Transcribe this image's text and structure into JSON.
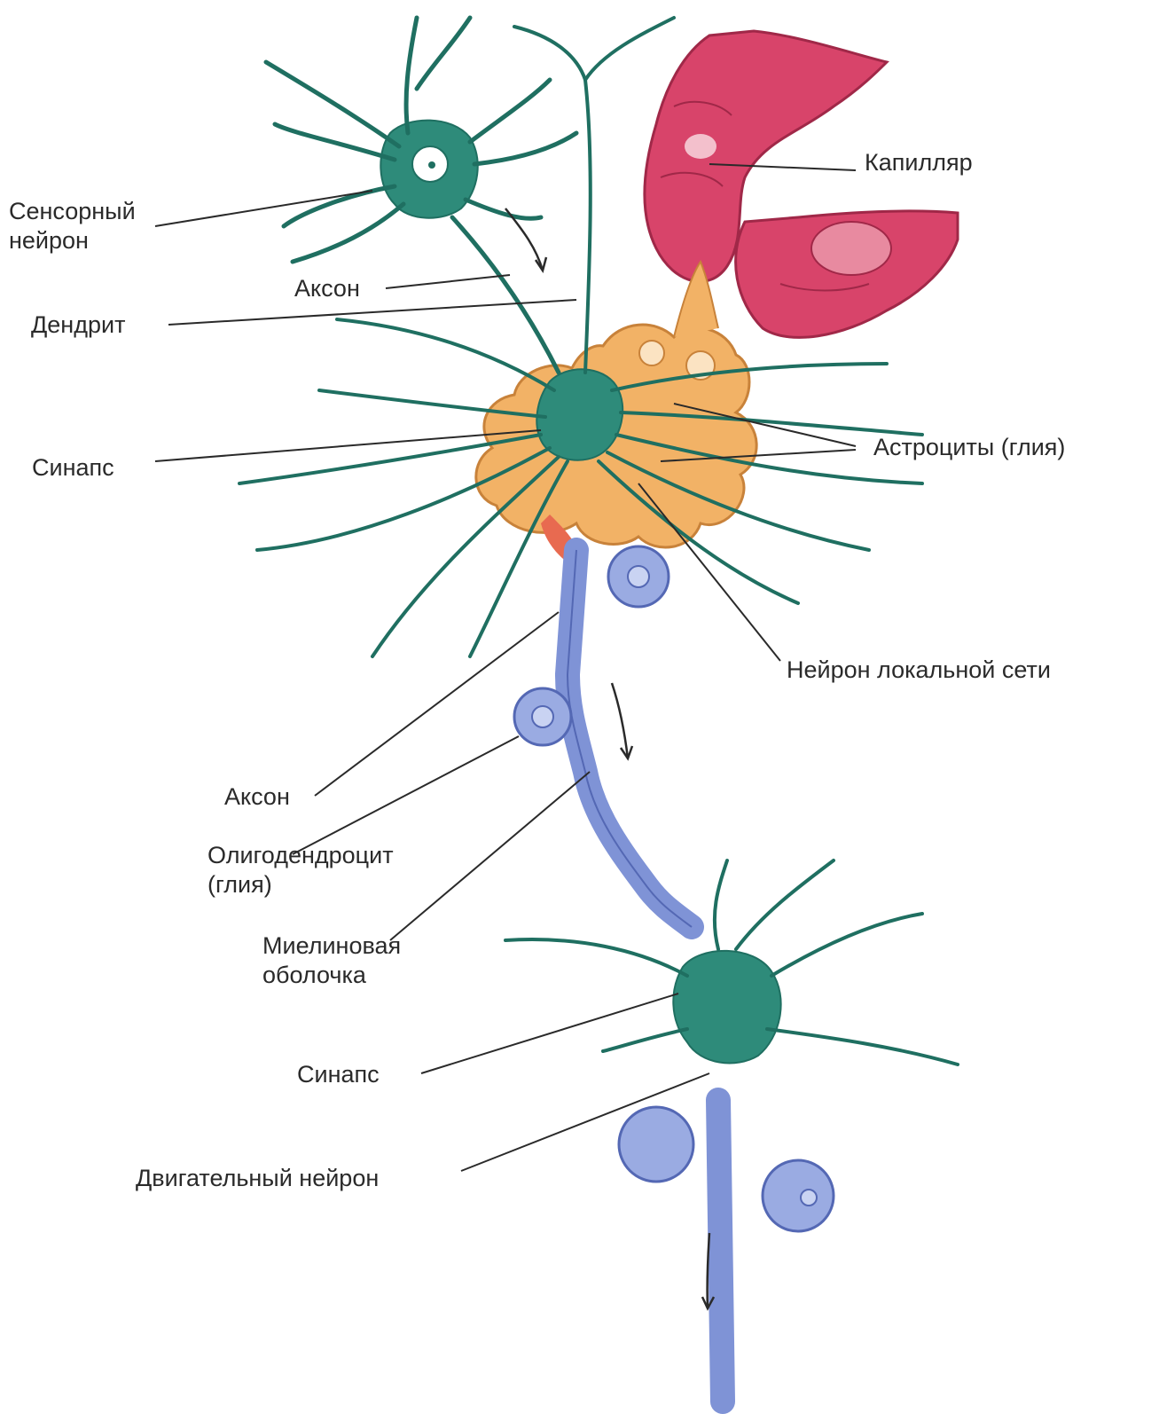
{
  "labels": {
    "sensory_neuron": "Сенсорный\nнейрон",
    "axon_top": "Аксон",
    "dendrite": "Дендрит",
    "synapse_top": "Синапс",
    "capillary": "Капилляр",
    "astrocytes": "Астроциты (глия)",
    "local_neuron": "Нейрон локальной сети",
    "axon_mid": "Аксон",
    "oligodendrocyte": "Олигодендроцит\n(глия)",
    "myelin": "Миелиновая\nоболочка",
    "synapse_bottom": "Синапс",
    "motor_neuron": "Двигательный нейрон"
  },
  "colors": {
    "neuron": "#2e8b7a",
    "neuron_dark": "#1f6f61",
    "capillary": "#d8446a",
    "astrocyte": "#f2b266",
    "myelin": "#7f93d6",
    "text": "#2a2a2a"
  }
}
